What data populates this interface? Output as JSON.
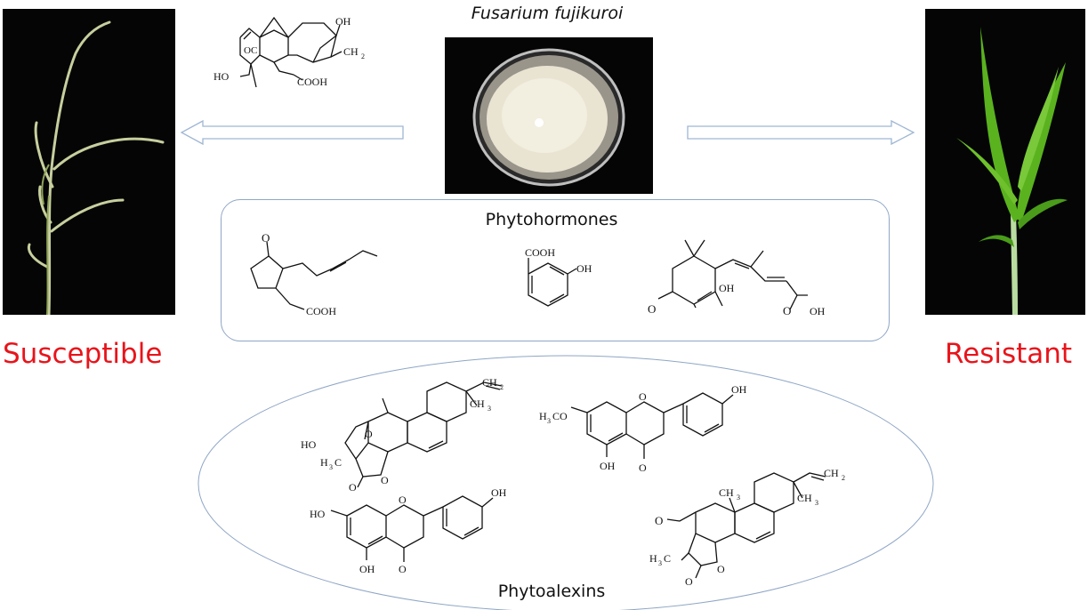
{
  "top": {
    "organism": "Fusarium fujikuroi"
  },
  "left": {
    "label": "Susceptible",
    "label_color": "#e8141b"
  },
  "right": {
    "label": "Resistant",
    "label_color": "#e8141b"
  },
  "phytohormones": {
    "title": "Phytohormones",
    "jasmonate": {
      "carboxyl": "COOH"
    },
    "salicylic": {
      "carboxyl": "COOH",
      "hydroxyl": "OH"
    },
    "abscisic": {
      "hydroxyl": "OH",
      "acid_o": "O",
      "acid_oh": "OH",
      "keto": "O"
    }
  },
  "gibberellin": {
    "hydroxyl_top": "OH",
    "methylene": "CH",
    "methylene_sub": "2",
    "hydroxyl_left": "HO",
    "oc": "OC",
    "carboxyl": "COOH"
  },
  "phytoalexins": {
    "title": "Phytoalexins",
    "momilactone_a": {
      "vinyl": "CH",
      "vinyl_sub": "2",
      "methyl": "CH",
      "methyl_sub": "3",
      "ho": "HO",
      "h3c_h": "H",
      "h3c_sub": "3",
      "h3c_c": "C",
      "ring_o": "O",
      "lactone_o1": "O",
      "lactone_o2": "O"
    },
    "sakuranetin": {
      "methoxy_h": "H",
      "methoxy_sub": "3",
      "methoxy_co": "CO",
      "oh_top": "OH",
      "ring_o": "O",
      "oh_bottom": "OH",
      "keto": "O"
    },
    "naringenin": {
      "ho": "HO",
      "oh_top": "OH",
      "ring_o": "O",
      "oh_bottom": "OH",
      "keto": "O"
    },
    "oryzalexin": {
      "vinyl": "CH",
      "vinyl_sub": "2",
      "methyl_top": "CH",
      "methyl_top_sub": "3",
      "methyl_mid": "CH",
      "methyl_mid_sub": "3",
      "keto": "O",
      "h3c_h": "H",
      "h3c_sub": "3",
      "h3c_c": "C",
      "lactone_o1": "O",
      "lactone_o2": "O"
    }
  },
  "colors": {
    "arrow": "#9fb6d4",
    "box_border": "#8fa6c6",
    "plant_dark": "#2f7d1c",
    "plant_light": "#b8c89a"
  }
}
